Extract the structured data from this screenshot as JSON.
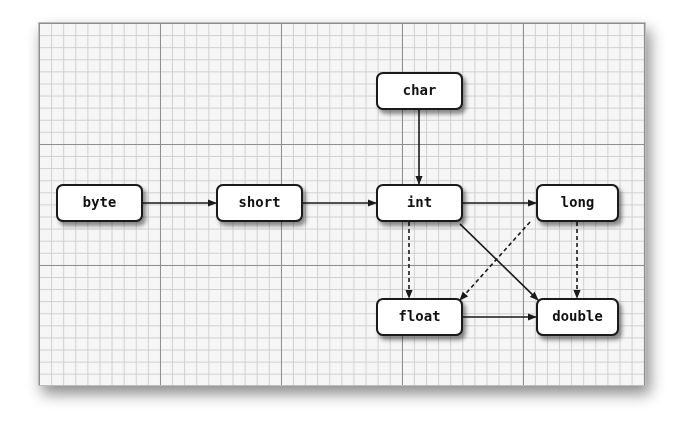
{
  "diagram": {
    "nodes": [
      {
        "id": "byte",
        "label": "byte"
      },
      {
        "id": "short",
        "label": "short"
      },
      {
        "id": "char",
        "label": "char"
      },
      {
        "id": "int",
        "label": "int"
      },
      {
        "id": "long",
        "label": "long"
      },
      {
        "id": "float",
        "label": "float"
      },
      {
        "id": "double",
        "label": "double"
      }
    ],
    "edges": [
      {
        "from": "byte",
        "to": "short",
        "style": "solid"
      },
      {
        "from": "short",
        "to": "int",
        "style": "solid"
      },
      {
        "from": "char",
        "to": "int",
        "style": "solid"
      },
      {
        "from": "int",
        "to": "long",
        "style": "solid"
      },
      {
        "from": "int",
        "to": "float",
        "style": "dashed"
      },
      {
        "from": "int",
        "to": "double",
        "style": "solid"
      },
      {
        "from": "long",
        "to": "float",
        "style": "dashed"
      },
      {
        "from": "long",
        "to": "double",
        "style": "dashed"
      },
      {
        "from": "float",
        "to": "double",
        "style": "solid"
      }
    ],
    "colors": {
      "grid_major": "#8e8e8e",
      "grid_minor": "#cfcfcf",
      "node_border": "#1a1a1a",
      "arrow": "#1a1a1a"
    }
  }
}
